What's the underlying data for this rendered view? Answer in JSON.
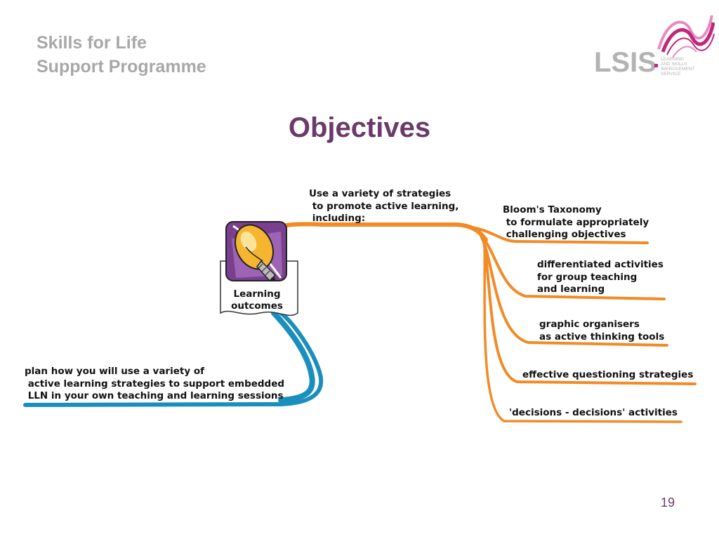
{
  "header": {
    "line1": "Skills for Life",
    "line2": "Support Programme"
  },
  "logo": {
    "wordmark": "LSIS",
    "tagline": [
      "LEARNING",
      "AND SKILLS",
      "IMPROVEMENT",
      "SERVICE"
    ],
    "colors": {
      "wordmark": "#b3b3b3",
      "swirl": "#c0287a",
      "swirl_light": "#e98bbf"
    }
  },
  "title": "Objectives",
  "mind_map": {
    "center": {
      "label": "Learning outcomes",
      "icon": "lightbulb-icon"
    },
    "branches": [
      {
        "text": "Use a variety of strategies\n to promote active learning,\n including:",
        "color": "#f28a25",
        "children": [
          {
            "text": "Bloom's Taxonomy\n to formulate appropriately\n challenging objectives"
          },
          {
            "text": "differentiated activities\nfor group teaching\nand learning"
          },
          {
            "text": "graphic organisers\nas active thinking tools"
          },
          {
            "text": "effective questioning strategies"
          },
          {
            "text": "'decisions - decisions' activities"
          }
        ]
      },
      {
        "text": "plan how you will use a variety of\n active learning strategies to support embedded\n LLN in your own teaching and learning sessions",
        "color": "#1a8fbe"
      }
    ]
  },
  "page_number": "19",
  "colors": {
    "title": "#6b3a6a",
    "header": "#a8a8a8",
    "orange": "#f28a25",
    "blue": "#1a8fbe"
  }
}
